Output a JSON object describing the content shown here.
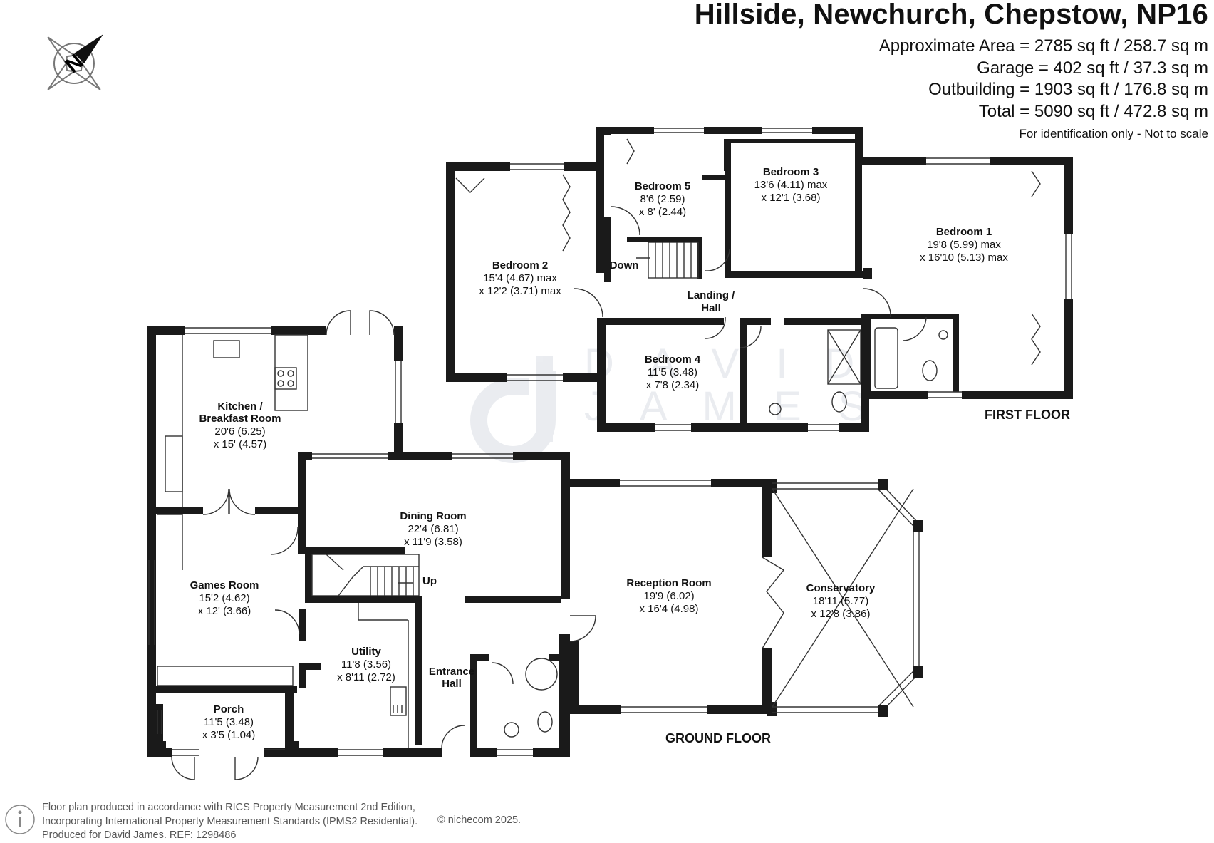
{
  "header": {
    "title": "Hillside, Newchurch, Chepstow, NP16",
    "areas": [
      "Approximate Area = 2785 sq ft / 258.7 sq m",
      "Garage = 402 sq ft / 37.3 sq m",
      "Outbuilding = 1903 sq ft / 176.8 sq m",
      "Total = 5090 sq ft / 472.8 sq m"
    ],
    "identification": "For identification only - Not to scale"
  },
  "compass": {
    "letter": "N",
    "icon": "compass-rose-icon"
  },
  "watermark": {
    "letters": "DAVID JAMES",
    "icon": "david-james-dj-logo"
  },
  "floors": {
    "first": "FIRST FLOOR",
    "ground": "GROUND FLOOR"
  },
  "rooms": {
    "bedroom5": {
      "name": "Bedroom 5",
      "dims": [
        "8'6 (2.59)",
        "x 8' (2.44)"
      ]
    },
    "bedroom3": {
      "name": "Bedroom 3",
      "dims": [
        "13'6 (4.11) max",
        "x 12'1 (3.68)"
      ]
    },
    "bedroom1": {
      "name": "Bedroom 1",
      "dims": [
        "19'8 (5.99) max",
        "x 16'10 (5.13) max"
      ]
    },
    "bedroom2": {
      "name": "Bedroom 2",
      "dims": [
        "15'4 (4.67) max",
        "x 12'2 (3.71) max"
      ]
    },
    "bedroom4": {
      "name": "Bedroom 4",
      "dims": [
        "11'5 (3.48)",
        "x 7'8 (2.34)"
      ]
    },
    "landing": {
      "name": [
        "Landing /",
        "Hall"
      ]
    },
    "kitchen": {
      "name": [
        "Kitchen /",
        "Breakfast Room"
      ],
      "dims": [
        "20'6 (6.25)",
        "x 15' (4.57)"
      ]
    },
    "dining": {
      "name": "Dining Room",
      "dims": [
        "22'4 (6.81)",
        "x 11'9 (3.58)"
      ]
    },
    "games": {
      "name": "Games Room",
      "dims": [
        "15'2 (4.62)",
        "x 12' (3.66)"
      ]
    },
    "reception": {
      "name": "Reception Room",
      "dims": [
        "19'9 (6.02)",
        "x 16'4 (4.98)"
      ]
    },
    "conservatory": {
      "name": "Conservatory",
      "dims": [
        "18'11 (5.77)",
        "x 12'8 (3.86)"
      ]
    },
    "utility": {
      "name": "Utility",
      "dims": [
        "11'8 (3.56)",
        "x 8'11 (2.72)"
      ]
    },
    "entrance": {
      "name": [
        "Entrance",
        "Hall"
      ]
    },
    "porch": {
      "name": "Porch",
      "dims": [
        "11'5 (3.48)",
        "x 3'5 (1.04)"
      ]
    }
  },
  "stairs": {
    "down": "Down",
    "up": "Up"
  },
  "footer": {
    "lines": [
      "Floor plan produced in accordance with RICS Property Measurement 2nd Edition,",
      "Incorporating International Property Measurement Standards (IPMS2 Residential).",
      "Produced for David James.   REF: 1298486"
    ],
    "copyright": "© nichecom 2025.",
    "icon": "info-circle-icon"
  }
}
